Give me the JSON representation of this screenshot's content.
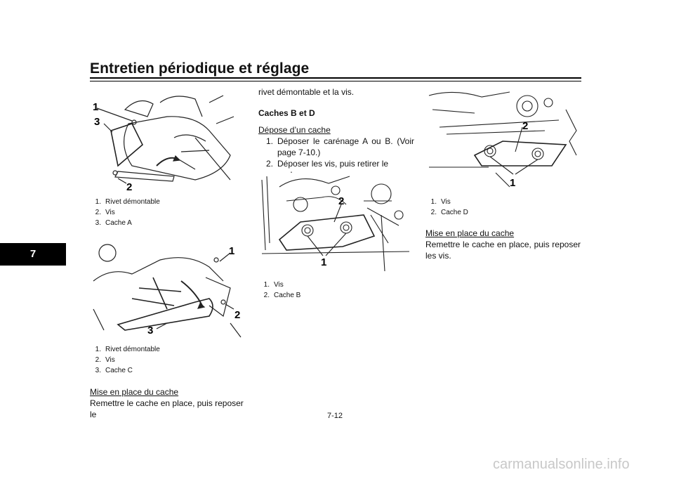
{
  "header": {
    "title": "Entretien périodique et réglage",
    "chapter": "7"
  },
  "fig_a": {
    "callouts": [
      "1",
      "3",
      "2"
    ],
    "captions": [
      {
        "n": "1.",
        "text": "Rivet démontable"
      },
      {
        "n": "2.",
        "text": "Vis"
      },
      {
        "n": "3.",
        "text": "Cache A"
      }
    ]
  },
  "fig_c": {
    "callouts": [
      "1",
      "2",
      "3"
    ],
    "captions": [
      {
        "n": "1.",
        "text": "Rivet démontable"
      },
      {
        "n": "2.",
        "text": "Vis"
      },
      {
        "n": "3.",
        "text": "Cache C"
      }
    ]
  },
  "fig_b": {
    "callouts": [
      "2",
      "1"
    ],
    "captions": [
      {
        "n": "1.",
        "text": "Vis"
      },
      {
        "n": "2.",
        "text": "Cache B"
      }
    ]
  },
  "fig_d": {
    "callouts": [
      "2",
      "1"
    ],
    "captions": [
      {
        "n": "1.",
        "text": "Vis"
      },
      {
        "n": "2.",
        "text": "Cache D"
      }
    ]
  },
  "col1": {
    "heading": "Mise en place du cache",
    "text": "Remettre le cache en place, puis reposer le"
  },
  "col2": {
    "continued": "rivet démontable et la vis.",
    "section_title": "Caches B et D",
    "sub_heading": "Dépose d’un cache",
    "steps": [
      {
        "n": "1.",
        "text": "Déposer le carénage A ou B. (Voir page 7-10.)"
      },
      {
        "n": "2.",
        "text": "Déposer les vis, puis retirer le cache."
      }
    ]
  },
  "col3": {
    "heading": "Mise en place du cache",
    "text": "Remettre le cache en place, puis reposer les vis."
  },
  "footer": {
    "page_number": "7-12",
    "watermark": "carmanualsonline.info"
  }
}
